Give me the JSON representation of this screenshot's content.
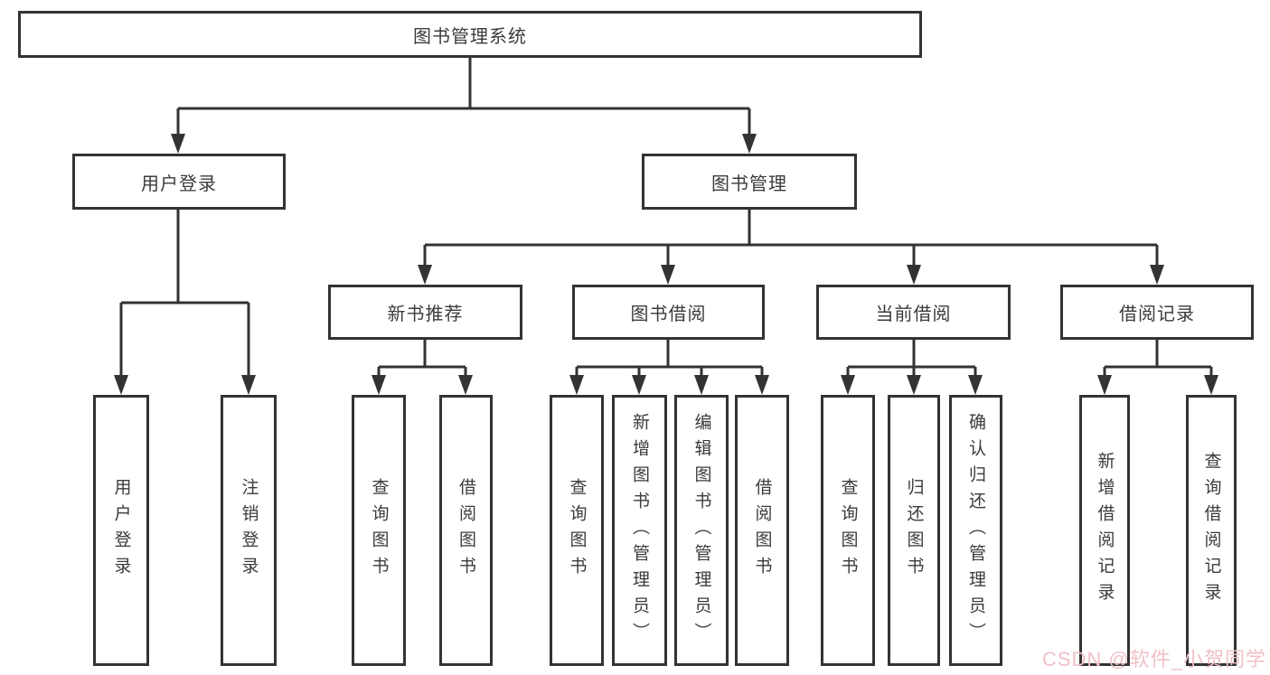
{
  "diagram_type": "hierarchy-tree",
  "colors": {
    "line": "#333333",
    "text": "#3b3b3b",
    "background": "#ffffff"
  },
  "watermark": {
    "text": "CSDN @软件_小贺同学",
    "color": "#f0c1c7"
  },
  "tree": {
    "label": "图书管理系统",
    "children": [
      {
        "label": "用户登录",
        "children": [
          {
            "label": "用户登录"
          },
          {
            "label": "注销登录"
          }
        ]
      },
      {
        "label": "图书管理",
        "children": [
          {
            "label": "新书推荐",
            "children": [
              {
                "label": "查询图书"
              },
              {
                "label": "借阅图书"
              }
            ]
          },
          {
            "label": "图书借阅",
            "children": [
              {
                "label": "查询图书"
              },
              {
                "label": "新增图书（管理员）"
              },
              {
                "label": "编辑图书（管理员）"
              },
              {
                "label": "借阅图书"
              }
            ]
          },
          {
            "label": "当前借阅",
            "children": [
              {
                "label": "查询图书"
              },
              {
                "label": "归还图书"
              },
              {
                "label": "确认归还（管理员）"
              }
            ]
          },
          {
            "label": "借阅记录",
            "children": [
              {
                "label": "新增借阅记录"
              },
              {
                "label": "查询借阅记录"
              }
            ]
          }
        ]
      }
    ]
  }
}
